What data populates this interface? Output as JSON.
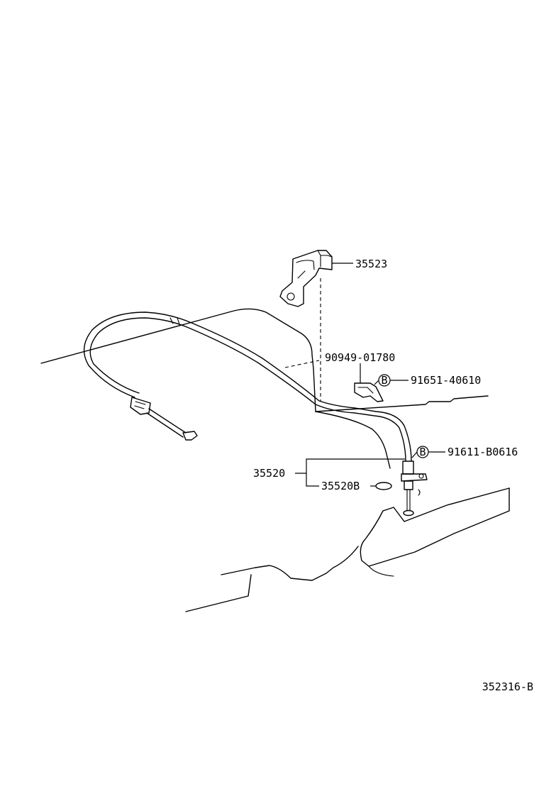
{
  "parts": {
    "bracket_35523": "35523",
    "clamp_90949": "90949-01780",
    "bolt_91651": "91651-40610",
    "bolt_91611": "91611-B0616",
    "cable_35520": "35520",
    "ring_35520B": "35520B"
  },
  "bolt_mark": "B",
  "figure_code": "352316-B"
}
